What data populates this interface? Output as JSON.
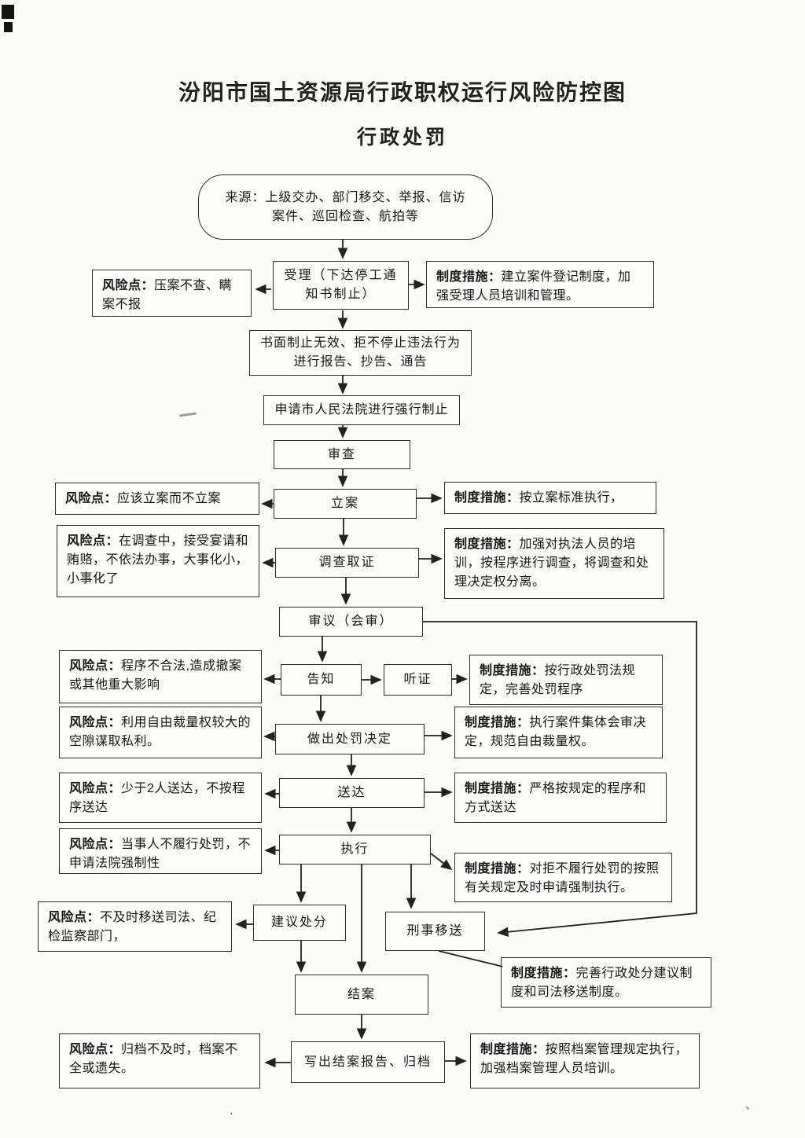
{
  "title": "汾阳市国土资源局行政职权运行风险防控图",
  "subtitle": "行政处罚",
  "nodes": {
    "source": "来源：上级交办、部门移交、举报、信访案件、巡回检查、航拍等",
    "accept": "受理（下达停工通知书制止）",
    "written_stop": "书面制止无效、拒不停止违法行为进行报告、抄告、通告",
    "court_enforce": "申请市人民法院进行强行制止",
    "review": "审查",
    "file_case": "立案",
    "investigation": "调查取证",
    "deliberation": "审议（会审）",
    "notify": "告知",
    "hearing": "听证",
    "penalty_decision": "做出处罚决定",
    "delivery": "送达",
    "execution": "执行",
    "suggest_sanction": "建议处分",
    "criminal_transfer": "刑事移送",
    "close_case": "结案",
    "report_archive": "写出结案报告、归档"
  },
  "risks": {
    "r1": {
      "label": "风险点：",
      "text": "压案不查、瞒案不报"
    },
    "r2": {
      "label": "风险点：",
      "text": "应该立案而不立案"
    },
    "r3": {
      "label": "风险点：",
      "text": "在调查中，接受宴请和贿赂，不依法办事，大事化小，小事化了"
    },
    "r4": {
      "label": "风险点：",
      "text": "程序不合法,造成撤案或其他重大影响"
    },
    "r5": {
      "label": "风险点：",
      "text": "利用自由裁量权较大的空隙谋取私利。"
    },
    "r6": {
      "label": "风险点：",
      "text": "少于2人送达，不按程序送达"
    },
    "r7": {
      "label": "风险点：",
      "text": "当事人不履行处罚，不申请法院强制性"
    },
    "r8": {
      "label": "风险点：",
      "text": "不及时移送司法、纪检监察部门，"
    },
    "r9": {
      "label": "风险点：",
      "text": "归档不及时，档案不全或遗失。"
    }
  },
  "measures": {
    "m1": {
      "label": "制度措施：",
      "text": "建立案件登记制度，加强受理人员培训和管理。"
    },
    "m2": {
      "label": "制度措施：",
      "text": "按立案标准执行，"
    },
    "m3": {
      "label": "制度措施：",
      "text": "加强对执法人员的培训，按程序进行调查，将调查和处理决定权分离。"
    },
    "m4": {
      "label": "制度措施：",
      "text": "按行政处罚法规定，完善处罚程序"
    },
    "m5": {
      "label": "制度措施：",
      "text": "执行案件集体会审决定，规范自由裁量权。"
    },
    "m6": {
      "label": "制度措施：",
      "text": "严格按规定的程序和方式送达"
    },
    "m7": {
      "label": "制度措施：",
      "text": "对拒不履行处罚的按照有关规定及时申请强制执行。"
    },
    "m8": {
      "label": "制度措施：",
      "text": "完善行政处分建议制度和司法移送制度。"
    },
    "m9": {
      "label": "制度措施：",
      "text": "按照档案管理规定执行，加强档案管理人员培训。"
    }
  },
  "artifacts": {
    "mark1": "、",
    "mark2": "'"
  },
  "colors": {
    "line": "#222222",
    "border": "#2d2d2d",
    "paper": "#fbfbf8"
  }
}
